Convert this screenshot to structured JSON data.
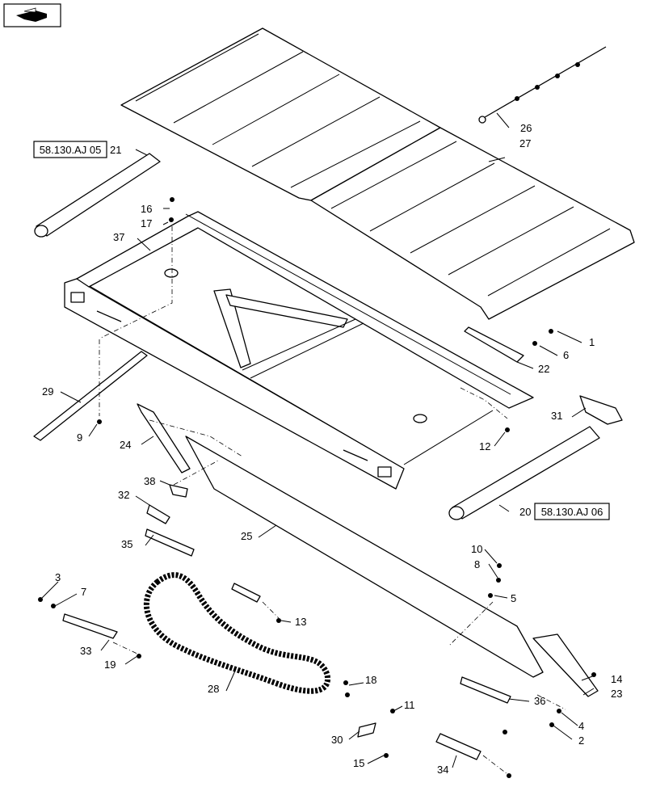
{
  "diagram": {
    "cross_references": [
      {
        "id": "ref-left",
        "text": "58.130.AJ 05"
      },
      {
        "id": "ref-right",
        "text": "58.130.AJ 06"
      }
    ],
    "callouts": [
      "1",
      "2",
      "3",
      "4",
      "5",
      "6",
      "7",
      "8",
      "9",
      "10",
      "11",
      "12",
      "13",
      "14",
      "15",
      "16",
      "17",
      "18",
      "19",
      "20",
      "21",
      "22",
      "23",
      "24",
      "25",
      "26",
      "27",
      "28",
      "29",
      "30",
      "31",
      "32",
      "33",
      "34",
      "35",
      "36",
      "37",
      "38"
    ],
    "nav_icon": "back-arrow-icon",
    "line_color": "#000000",
    "background": "#ffffff"
  }
}
